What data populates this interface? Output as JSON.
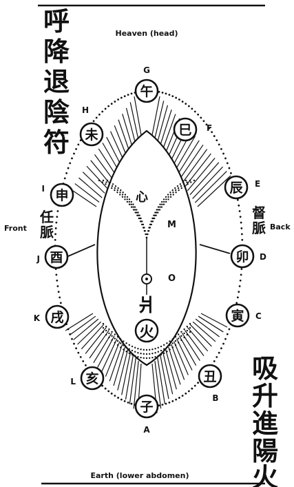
{
  "caption_left": [
    "呼",
    "降",
    "退",
    "陰",
    "符"
  ],
  "caption_right": [
    "吸",
    "升",
    "進",
    "陽",
    "火"
  ],
  "top_label": "Heaven (head)",
  "bottom_label": "Earth (lower abdomen)",
  "front_label": "Front",
  "back_label": "Back",
  "front_channel": [
    "任",
    "脈"
  ],
  "back_channel": [
    "督",
    "脈"
  ],
  "heart_char": "心",
  "fire_char": "火",
  "cauldron_char": "爿",
  "inner_labels": {
    "M": "M",
    "O": "O"
  },
  "branches": [
    {
      "letter": "G",
      "char": "午"
    },
    {
      "letter": "F",
      "char": "巳"
    },
    {
      "letter": "E",
      "char": "辰"
    },
    {
      "letter": "D",
      "char": "卯"
    },
    {
      "letter": "C",
      "char": "寅"
    },
    {
      "letter": "B",
      "char": "丑"
    },
    {
      "letter": "A",
      "char": "子"
    },
    {
      "letter": "L",
      "char": "亥"
    },
    {
      "letter": "K",
      "char": "戌"
    },
    {
      "letter": "J",
      "char": "酉"
    },
    {
      "letter": "I",
      "char": "申"
    },
    {
      "letter": "H",
      "char": "未"
    }
  ],
  "colors": {
    "ink": "#111111",
    "paper": "#ffffff"
  }
}
